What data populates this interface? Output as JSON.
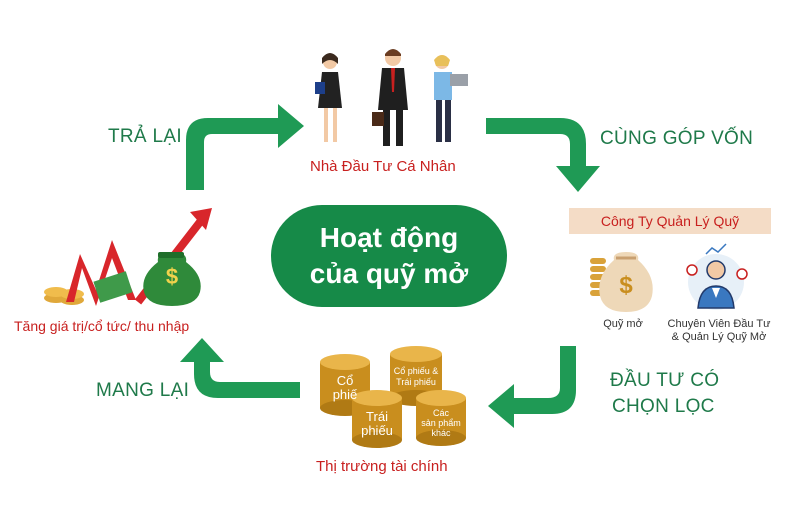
{
  "center": {
    "line1": "Hoạt động",
    "line2": "của quỹ mở"
  },
  "labels": {
    "tra_lai": "TRẢ LẠI",
    "cung_gop_von": "CÙNG GÓP VỐN",
    "mang_lai": "MANG LẠI",
    "dau_tu_line1": "ĐẦU TƯ CÓ",
    "dau_tu_line2": "CHỌN LỌC"
  },
  "nodes": {
    "investors": "Nhà Đầu Tư Cá Nhân",
    "company": "Công Ty Quản Lý Quỹ",
    "fund": "Quỹ mở",
    "advisor_line1": "Chuyên Viên Đầu Tư",
    "advisor_line2": "& Quản Lý Quỹ Mở",
    "market": "Thị trường tài chính",
    "growth": "Tăng giá trị/cổ tức/ thu nhập"
  },
  "coins": {
    "c1_line1": "Cổ",
    "c1_line2": "phiế",
    "c2_line1": "Cổ phiếu &",
    "c2_line2": "Trái phiếu",
    "c3_line1": "Trái",
    "c3_line2": "phiếu",
    "c4_line1": "Các",
    "c4_line2": "sản phẩm",
    "c4_line3": "khác"
  },
  "icons": {
    "fund_bag_symbol": "$",
    "growth_bag_symbol": "$"
  },
  "colors": {
    "arrow_green": "#1f9a55",
    "pill_green": "#168a48",
    "label_green": "#1f7a4a",
    "label_red": "#c8201f",
    "coin_gold": "#c98e1e"
  }
}
